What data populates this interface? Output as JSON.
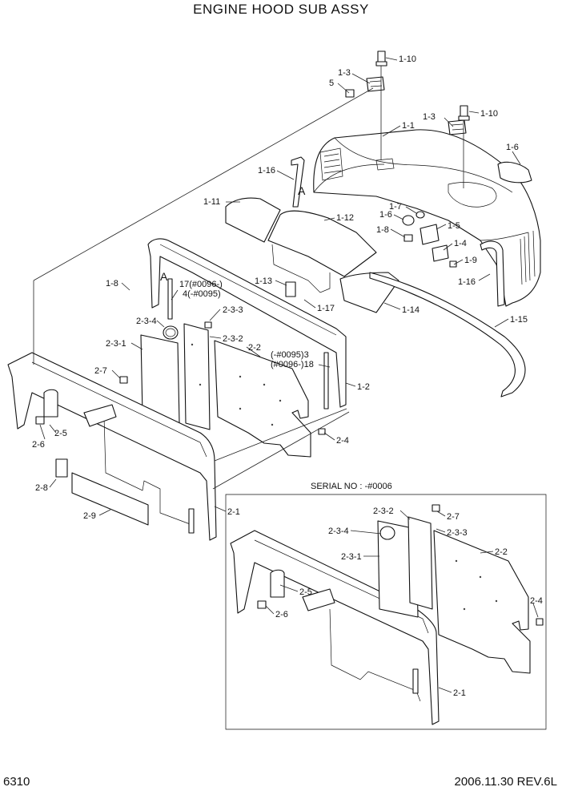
{
  "title": "ENGINE HOOD SUB ASSY",
  "page_number": "6310",
  "date_revision": "2006.11.30  REV.6L",
  "serial_note": "SERIAL NO : -#0006",
  "detail_mark": "A",
  "labels": {
    "l_1_10a": "1-10",
    "l_1_3a": "1-3",
    "l_5": "5",
    "l_1_3b": "1-3",
    "l_1_10b": "1-10",
    "l_1_1": "1-1",
    "l_1_6": "1-6",
    "l_1_16a": "1-16",
    "l_1_11": "1-11",
    "l_1_12": "1-12",
    "l_1_7": "1-7",
    "l_1_6b": "1-6",
    "l_1_5": "1-5",
    "l_1_8a": "1-8",
    "l_1_4": "1-4",
    "l_1_9": "1-9",
    "l_1_16b": "1-16",
    "l_1_8b": "1-8",
    "l_1_13": "1-13",
    "l_17a": "17(#0096-)",
    "l_4a": "4(-#0095)",
    "l_1_17": "1-17",
    "l_1_14": "1-14",
    "l_1_15": "1-15",
    "l_2_3_3a": "2-3-3",
    "l_2_3_4a": "2-3-4",
    "l_2_3_2a": "2-3-2",
    "l_2_3_1a": "2-3-1",
    "l_2_2a": "2-2",
    "l_3a": "(-#0095)3",
    "l_18a": "(#0096-)18",
    "l_2_7a": "2-7",
    "l_1_2": "1-2",
    "l_2_5a": "2-5",
    "l_2_6a": "2-6",
    "l_2_4a": "2-4",
    "l_2_8": "2-8",
    "l_2_9": "2-9",
    "l_2_1a": "2-1",
    "l_2_3_2b": "2-3-2",
    "l_2_7b": "2-7",
    "l_2_3_3b": "2-3-3",
    "l_2_3_4b": "2-3-4",
    "l_2_2b": "2-2",
    "l_2_3_1b": "2-3-1",
    "l_2_5b": "2-5",
    "l_2_6b": "2-6",
    "l_2_4b": "2-4",
    "l_2_1b": "2-1"
  }
}
